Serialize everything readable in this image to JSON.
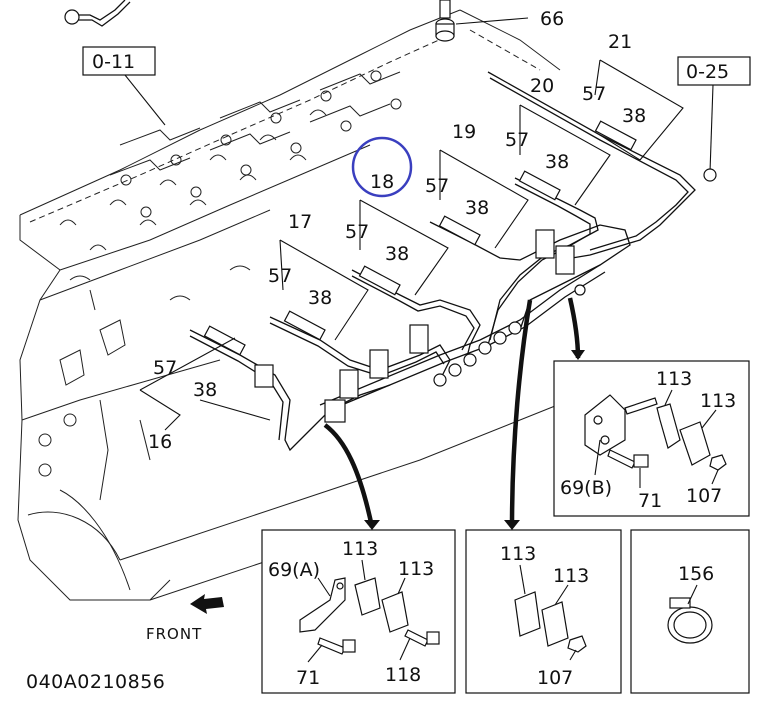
{
  "diagram_code": "040A0210856",
  "direction_label": "FRONT",
  "highlight_color": "#3a3fbf",
  "ref_boxes": {
    "left": "0-11",
    "right": "0-25"
  },
  "callouts": {
    "p66": "66",
    "p21": "21",
    "p21_57": "57",
    "p21_38": "38",
    "p20": "20",
    "p20_57": "57",
    "p20_38": "38",
    "p19": "19",
    "p19_57": "57",
    "p19_38": "38",
    "p18": "18",
    "p18_57": "57",
    "p18_38": "38",
    "p17": "17",
    "p17_57": "57",
    "p17_38": "38",
    "p16": "16",
    "p16_57": "57",
    "p16_38": "38"
  },
  "inset_right": {
    "a": "113",
    "b": "113",
    "bracket": "69(B)",
    "bolt": "71",
    "nut": "107"
  },
  "inset_left": {
    "a": "113",
    "b": "113",
    "bracket": "69(A)",
    "bolt": "71",
    "bolt2": "118"
  },
  "inset_middle": {
    "a": "113",
    "b": "113",
    "nut": "107"
  },
  "inset_clamp": {
    "clamp": "156"
  }
}
